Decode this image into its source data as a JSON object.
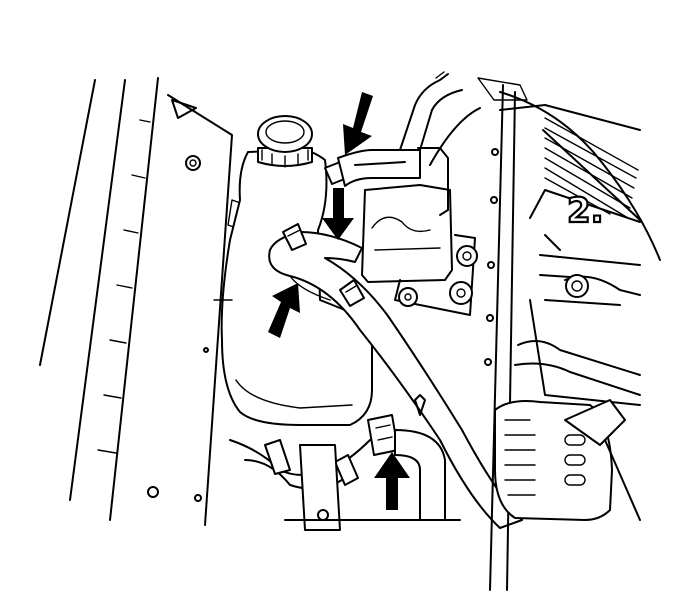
{
  "engine_label": "2.",
  "colors": {
    "line": "#000000",
    "background": "#ffffff",
    "arrow_fill": "#000000"
  },
  "arrows": [
    {
      "name": "arrow-top-hose-clamp",
      "direction": "down-left"
    },
    {
      "name": "arrow-reservoir-inlet-clamp",
      "direction": "down"
    },
    {
      "name": "arrow-reservoir-lower-hose",
      "direction": "up-right"
    },
    {
      "name": "arrow-bottom-hose-clamp",
      "direction": "up"
    }
  ]
}
